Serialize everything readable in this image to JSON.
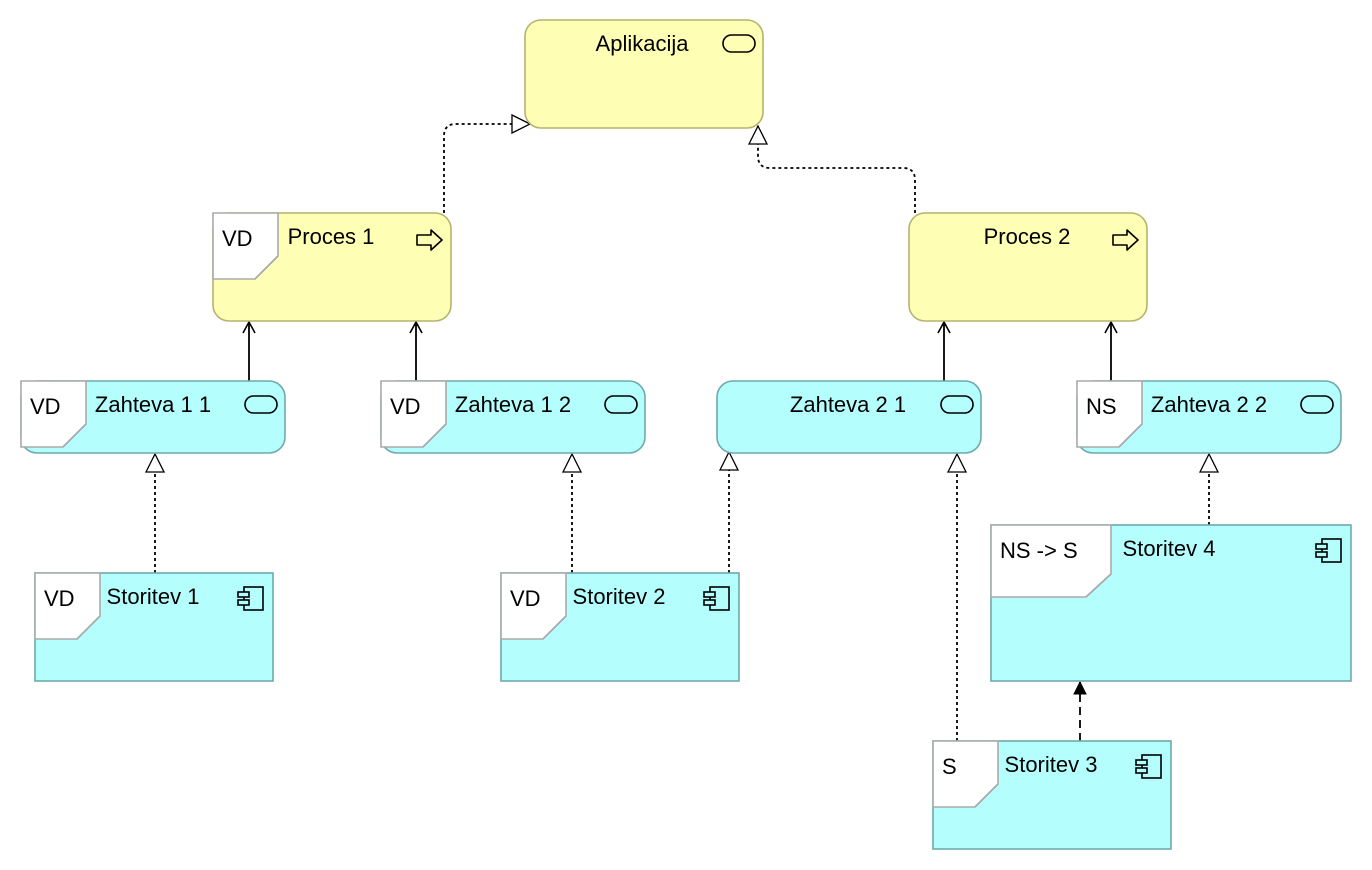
{
  "colors": {
    "process_fill": "#fefeb4",
    "process_stroke": "#b4b46e",
    "app_fill": "#b4fefe",
    "app_stroke": "#6eaaaa",
    "note_fill": "#ffffff",
    "note_stroke": "#aaaaaa",
    "line": "#000000"
  },
  "nodes": {
    "aplikacija": {
      "label": "Aplikacija",
      "icon": "service-icon"
    },
    "proces1": {
      "label": "Proces 1",
      "icon": "process-arrow-icon",
      "tag": "VD"
    },
    "proces2": {
      "label": "Proces 2",
      "icon": "process-arrow-icon"
    },
    "zahteva11": {
      "label": "Zahteva 1 1",
      "icon": "service-icon",
      "tag": "VD"
    },
    "zahteva12": {
      "label": "Zahteva 1 2",
      "icon": "service-icon",
      "tag": "VD"
    },
    "zahteva21": {
      "label": "Zahteva 2 1",
      "icon": "service-icon"
    },
    "zahteva22": {
      "label": "Zahteva 2 2",
      "icon": "service-icon",
      "tag": "NS"
    },
    "storitev1": {
      "label": "Storitev 1",
      "icon": "component-icon",
      "tag": "VD"
    },
    "storitev2": {
      "label": "Storitev 2",
      "icon": "component-icon",
      "tag": "VD"
    },
    "storitev3": {
      "label": "Storitev 3",
      "icon": "component-icon",
      "tag": "S"
    },
    "storitev4": {
      "label": "Storitev 4",
      "icon": "component-icon",
      "tag": "NS -> S"
    }
  },
  "connections": [
    {
      "from": "proces1",
      "to": "aplikacija",
      "type": "realization"
    },
    {
      "from": "proces2",
      "to": "aplikacija",
      "type": "realization"
    },
    {
      "from": "zahteva11",
      "to": "proces1",
      "type": "serving"
    },
    {
      "from": "zahteva12",
      "to": "proces1",
      "type": "serving"
    },
    {
      "from": "zahteva21",
      "to": "proces2",
      "type": "serving"
    },
    {
      "from": "zahteva22",
      "to": "proces2",
      "type": "serving"
    },
    {
      "from": "storitev1",
      "to": "zahteva11",
      "type": "realization"
    },
    {
      "from": "storitev2",
      "to": "zahteva12",
      "type": "realization"
    },
    {
      "from": "storitev2",
      "to": "zahteva21",
      "type": "realization"
    },
    {
      "from": "storitev3",
      "to": "zahteva21",
      "type": "realization"
    },
    {
      "from": "storitev4",
      "to": "zahteva22",
      "type": "realization"
    },
    {
      "from": "storitev3",
      "to": "storitev4",
      "type": "flow"
    }
  ]
}
